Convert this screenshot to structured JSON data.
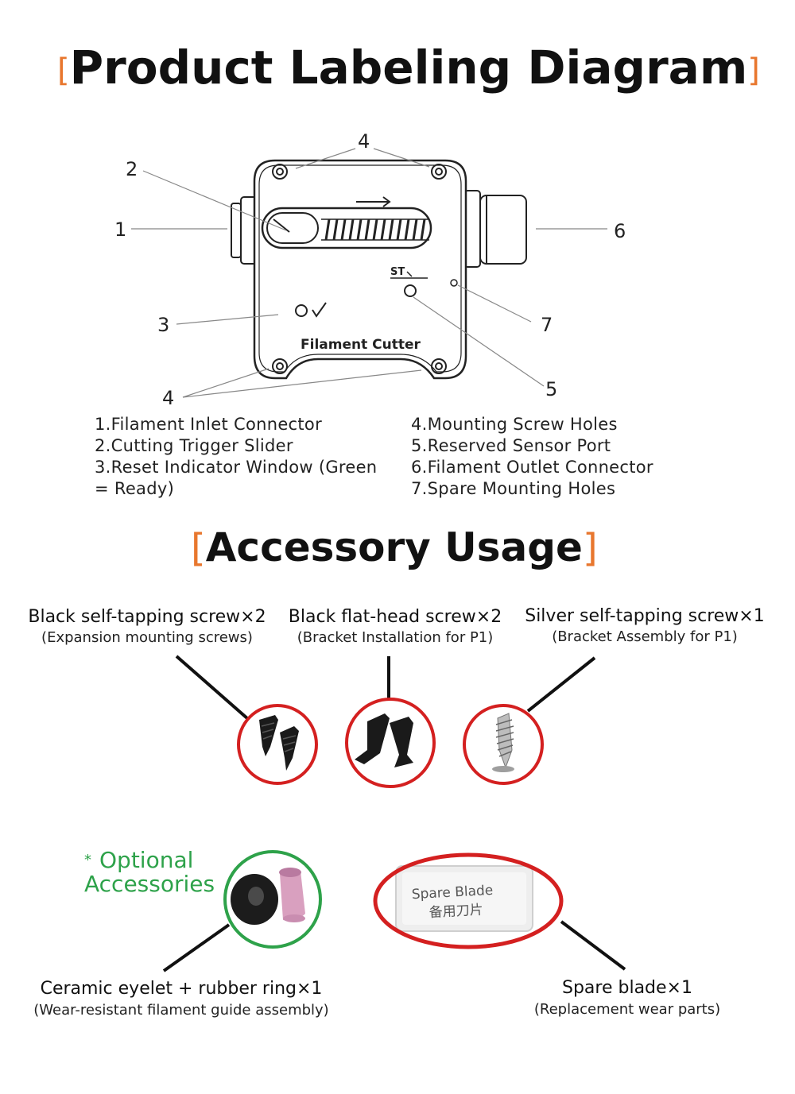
{
  "colors": {
    "bracket": "#e8772e",
    "accessory_ring": "#d42020",
    "optional_ring": "#2ea24a",
    "optional_text": "#2ea24a"
  },
  "section1": {
    "bracket_open": "[",
    "title": "Product Labeling Diagram",
    "bracket_close": "]"
  },
  "diagram": {
    "device_label": "Filament Cutter",
    "sensor_label": "ST",
    "callouts": {
      "n1": "1",
      "n2": "2",
      "n3": "3",
      "n4_top": "4",
      "n4_bottom": "4",
      "n5": "5",
      "n6": "6",
      "n7": "7"
    }
  },
  "legend": {
    "left": [
      "1.Filament Inlet Connector",
      "2.Cutting Trigger Slider",
      "3.Reset Indicator Window (Green",
      "= Ready)"
    ],
    "right": [
      "4.Mounting Screw Holes",
      "5.Reserved Sensor Port",
      "6.Filament Outlet Connector",
      "7.Spare Mounting Holes"
    ]
  },
  "section2": {
    "bracket_open": "[",
    "title": "Accessory Usage",
    "bracket_close": "]"
  },
  "accessories": [
    {
      "title": "Black self-tapping screw×2",
      "subtitle": "(Expansion mounting screws)",
      "icon": "black-self-tapping-screws"
    },
    {
      "title": "Black flat-head screw×2",
      "subtitle": "(Bracket Installation for P1)",
      "icon": "black-flat-head-screws"
    },
    {
      "title": "Silver self-tapping screw×1",
      "subtitle": "(Bracket Assembly for P1)",
      "icon": "silver-self-tapping-screw"
    }
  ],
  "optional": {
    "star": "*",
    "line1": "Optional",
    "line2": "Accessories",
    "items": [
      {
        "title": "Ceramic eyelet + rubber ring×1",
        "subtitle": "(Wear-resistant filament guide assembly)",
        "icon": "ceramic-eyelet-and-ring"
      },
      {
        "title": "Spare blade×1",
        "subtitle": "(Replacement wear parts)",
        "icon": "spare-blade-packet",
        "packet_text_en": "Spare Blade",
        "packet_text_cn": "备用刀片"
      }
    ]
  }
}
